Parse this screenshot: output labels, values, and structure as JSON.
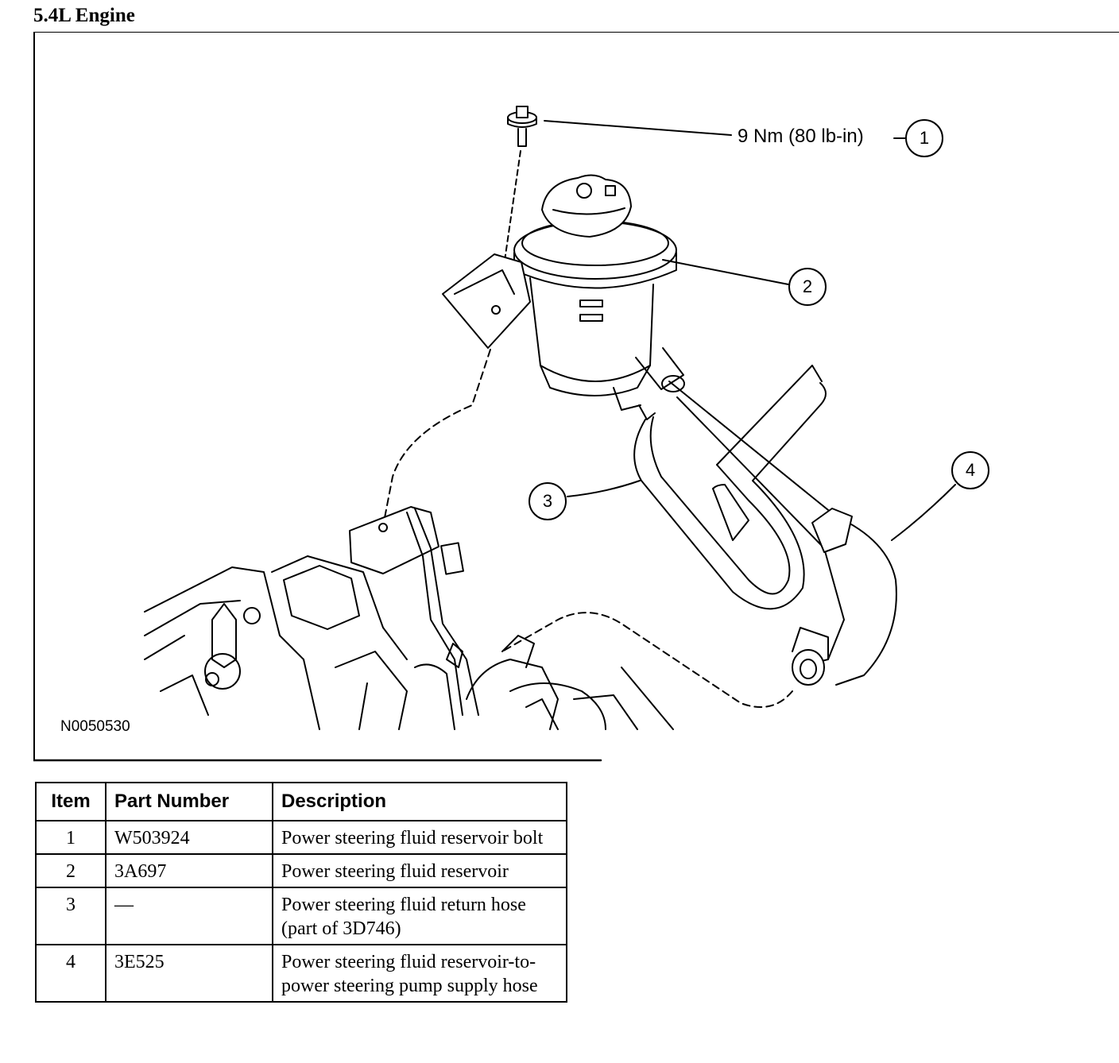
{
  "section_title": "5.4L Engine",
  "figure": {
    "id": "N0050530",
    "torque_spec": "9 Nm (80 lb-in)",
    "callouts": [
      "1",
      "2",
      "3",
      "4"
    ]
  },
  "table": {
    "headers": [
      "Item",
      "Part Number",
      "Description"
    ],
    "rows": [
      {
        "item": "1",
        "part_number": "W503924",
        "description": "Power steering fluid reservoir bolt"
      },
      {
        "item": "2",
        "part_number": "3A697",
        "description": "Power steering fluid reservoir"
      },
      {
        "item": "3",
        "part_number": "—",
        "description": "Power steering fluid return hose (part of 3D746)"
      },
      {
        "item": "4",
        "part_number": "3E525",
        "description": "Power steering fluid reservoir-to-power steering pump supply hose"
      }
    ]
  }
}
